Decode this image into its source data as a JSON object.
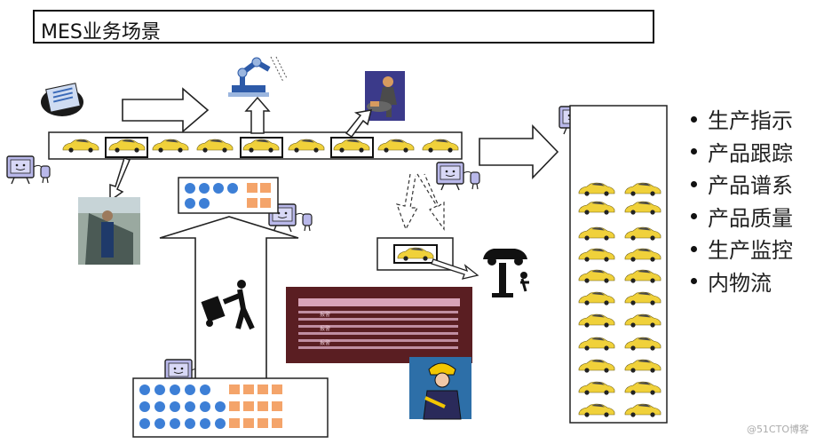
{
  "title": "MES业务场景",
  "bullets": [
    "生产指示",
    "产品跟踪",
    "产品谱系",
    "产品质量",
    "生产监控",
    "内物流"
  ],
  "screen_labels": {
    "row_label": "报警"
  },
  "watermark": "@51CTO博客",
  "colors": {
    "car": "#f0d13a",
    "blue_circle": "#3d7fd6",
    "orange_square": "#f4a46a",
    "monitor": "#b9b8ea",
    "screen_bg": "#5a1e22",
    "screen_row": "#d8a3b7"
  }
}
